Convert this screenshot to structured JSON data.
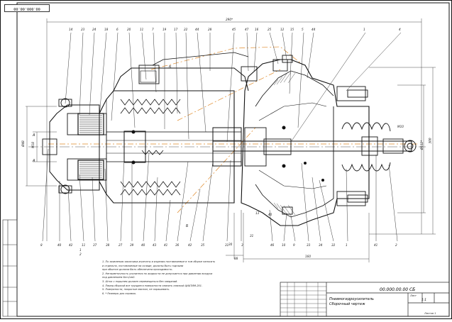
{
  "drawing": {
    "stamp_code": "00.000.00.00",
    "designation": "00.000.00.00 СБ",
    "title_line1": "Пневмогидроусилитель",
    "title_line2": "Сборочный чертеж",
    "sheet_label": "Лист",
    "sheet_total": "Листов 1",
    "scale_label": "1:1"
  },
  "dimensions": {
    "overall_length": "290*",
    "left_diameter": "Ø48",
    "left_thread": "M18",
    "right_diameter": "Ø112*",
    "right_overall": "300",
    "bottom_width": "160",
    "bottom_offset": "88",
    "bottom_small": "30",
    "rod_thread": "M10"
  },
  "callouts_top": [
    "14",
    "23",
    "24",
    "18",
    "6",
    "20",
    "11",
    "7",
    "19",
    "17",
    "22",
    "44",
    "28",
    "45",
    "47",
    "16",
    "25",
    "12",
    "15",
    "5",
    "44",
    "1",
    "4"
  ],
  "callouts_bottom": [
    "8",
    "40",
    "42",
    "11",
    "37",
    "38",
    "27",
    "39",
    "40",
    "43",
    "41",
    "36",
    "42",
    "35",
    "31",
    "46",
    "10",
    "9",
    "33",
    "34",
    "32",
    "1",
    "41",
    "2",
    "3"
  ],
  "callouts_extra": [
    "1",
    "2",
    "40",
    "13",
    "31"
  ],
  "section_labels": [
    "А",
    "А",
    "Б",
    "Б"
  ],
  "notes": [
    "1. По заявлению заказчика агрегаты и изделия поставляемые в том сборке наносить",
    "   и отдельно, поставляемые на складе, должны быть годными",
    "   при обкатке должна быть обеспечена проходимость.",
    "2. Негерметичность усилителя по жидкости не допускается при давлении воздуха",
    "   под давлением 6кгс/см2.",
    "3. Шток с поршнем должен перемещаться без заеданий.",
    "4. Перед сборкой все трущиеся поверхности смазать смазкой ЦИАТИМ-201.",
    "5. Поверхности, покрытые маслом, не окрашивать.",
    "6. * Размеры для справок."
  ]
}
